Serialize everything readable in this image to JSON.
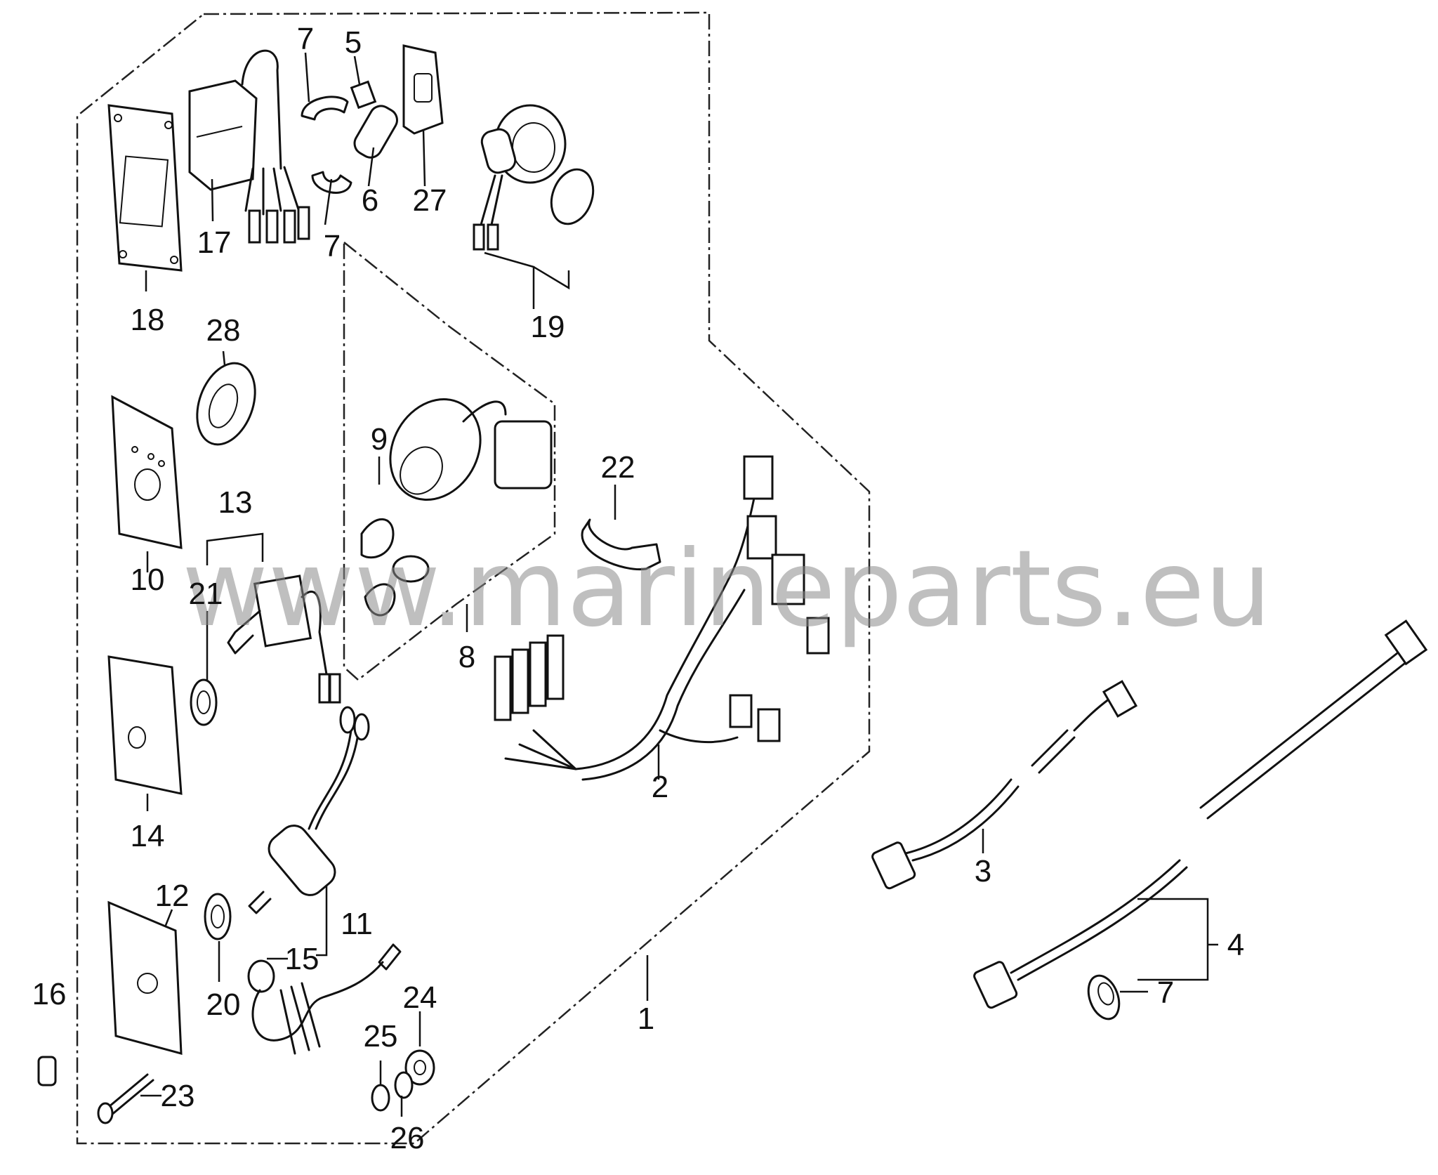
{
  "watermark": "www.marineparts.eu",
  "callouts": {
    "c1": "1",
    "c2": "2",
    "c3": "3",
    "c4": "4",
    "c5": "5",
    "c6": "6",
    "c7a": "7",
    "c7b": "7",
    "c7c": "7",
    "c8": "8",
    "c9": "9",
    "c10": "10",
    "c11": "11",
    "c12": "12",
    "c13": "13",
    "c14": "14",
    "c15": "15",
    "c16": "16",
    "c17": "17",
    "c18": "18",
    "c19": "19",
    "c20": "20",
    "c21": "21",
    "c22": "22",
    "c23": "23",
    "c24": "24",
    "c25": "25",
    "c26": "26",
    "c27": "27",
    "c28": "28"
  }
}
